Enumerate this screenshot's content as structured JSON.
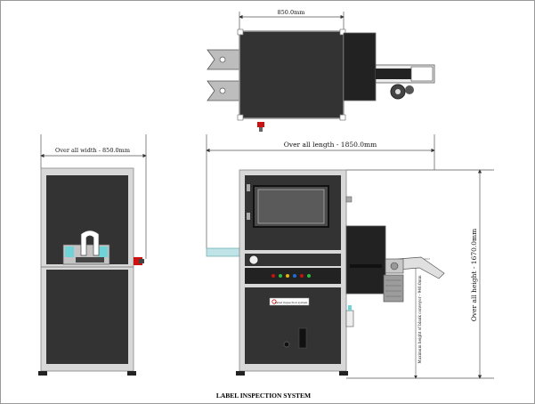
{
  "drawing": {
    "title": "LABEL  INSPECTION SYSTEM",
    "top_view": {
      "width_label": "850.0mm"
    },
    "side_view": {
      "width_label": "Over all width - 850.0mm"
    },
    "front_view": {
      "length_label": "Over all length - 1850.0mm",
      "height_label": "Over all height - 1670.0mm",
      "conveyor_label": "Maximum height of blank conveyor - 940.0mm",
      "machine_badge": "Label inspection system"
    },
    "colors": {
      "body": "#333333",
      "frame": "#d0d0d0",
      "screen": "#4a4a4a",
      "conveyor": "#bfe3e6",
      "accent_red": "#cc1111"
    }
  }
}
